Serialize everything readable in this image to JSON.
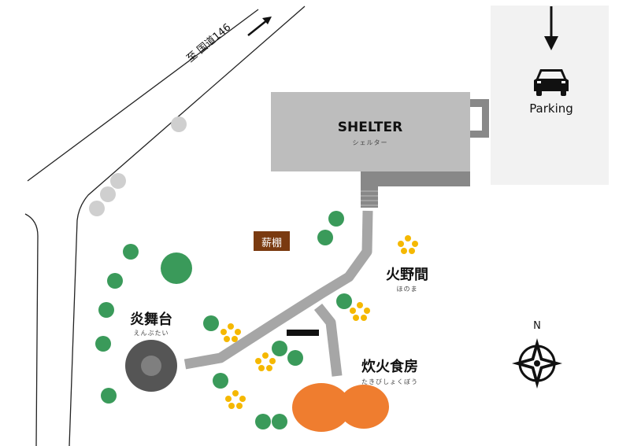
{
  "road": {
    "label": "至 国道146"
  },
  "shelter": {
    "title": "SHELTER",
    "kana": "シェルター"
  },
  "parking": {
    "label": "Parking"
  },
  "woodshed": {
    "label": "薪棚"
  },
  "honoma": {
    "title": "火野間",
    "kana": "ほのま"
  },
  "enbutai": {
    "title": "炎舞台",
    "kana": "えんぶたい"
  },
  "takibi": {
    "title": "炊火食房",
    "kana": "たきびしょくぼう"
  },
  "compass": {
    "label": "N"
  },
  "colors": {
    "tree": "#3a9a5a",
    "flower": "#f5b800",
    "kitchen": "#ef7d2f",
    "woodshed": "#7a3a10",
    "shelter": "#bdbdbd",
    "parking": "#f2f2f2"
  },
  "icons": [
    "arrow-up-right-icon",
    "arrow-down-icon",
    "car-icon",
    "compass-icon"
  ]
}
